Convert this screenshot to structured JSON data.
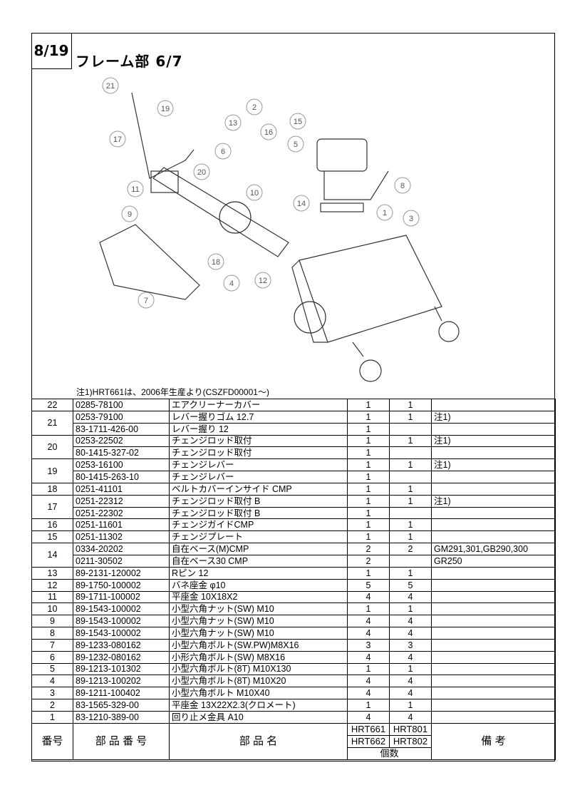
{
  "page_number": "8/19",
  "title": "フレーム部 6/7",
  "note": "注1)HRT661は、2006年生産より(CSZFD00001～)",
  "diagram": {
    "callouts": [
      "21",
      "19",
      "2",
      "13",
      "15",
      "16",
      "17",
      "5",
      "6",
      "20",
      "10",
      "11",
      "14",
      "8",
      "1",
      "3",
      "9",
      "18",
      "4",
      "12",
      "7"
    ]
  },
  "table": {
    "headers": {
      "num": "番号",
      "part_no": "部 品 番 号",
      "name": "部 品 名",
      "qty_a_line1": "HRT661",
      "qty_a_line2": "HRT662",
      "qty_b_line1": "HRT801",
      "qty_b_line2": "HRT802",
      "qty": "個数",
      "remarks": "備 考"
    },
    "rows": [
      {
        "num": "22",
        "items": [
          {
            "part_no": "0285-78100",
            "name": "エアクリーナーカバー",
            "qa": "1",
            "qb": "1",
            "remarks": ""
          }
        ]
      },
      {
        "num": "21",
        "items": [
          {
            "part_no": "0253-79100",
            "name": "レバー握りゴム 12.7",
            "qa": "1",
            "qb": "1",
            "remarks": "注1)"
          },
          {
            "part_no": "83-1711-426-00",
            "name": "レバー握り 12",
            "qa": "1",
            "qb": "",
            "remarks": ""
          }
        ]
      },
      {
        "num": "20",
        "items": [
          {
            "part_no": "0253-22502",
            "name": "チェンジロッド取付",
            "qa": "1",
            "qb": "1",
            "remarks": "注1)"
          },
          {
            "part_no": "80-1415-327-02",
            "name": "チェンジロッド取付",
            "qa": "1",
            "qb": "",
            "remarks": ""
          }
        ]
      },
      {
        "num": "19",
        "items": [
          {
            "part_no": "0253-16100",
            "name": "チェンジレバー",
            "qa": "1",
            "qb": "1",
            "remarks": "注1)"
          },
          {
            "part_no": "80-1415-263-10",
            "name": "チェンジレバー",
            "qa": "1",
            "qb": "",
            "remarks": ""
          }
        ]
      },
      {
        "num": "18",
        "items": [
          {
            "part_no": "0251-41101",
            "name": "ベルトカバーインサイド CMP",
            "qa": "1",
            "qb": "1",
            "remarks": ""
          }
        ]
      },
      {
        "num": "17",
        "items": [
          {
            "part_no": "0251-22312",
            "name": "チェンジロッド取付 B",
            "qa": "1",
            "qb": "1",
            "remarks": "注1)"
          },
          {
            "part_no": "0251-22302",
            "name": "チェンジロッド取付 B",
            "qa": "1",
            "qb": "",
            "remarks": ""
          }
        ]
      },
      {
        "num": "16",
        "items": [
          {
            "part_no": "0251-11601",
            "name": "チェンジガイドCMP",
            "qa": "1",
            "qb": "1",
            "remarks": ""
          }
        ]
      },
      {
        "num": "15",
        "items": [
          {
            "part_no": "0251-11302",
            "name": "チェンジプレート",
            "qa": "1",
            "qb": "1",
            "remarks": ""
          }
        ]
      },
      {
        "num": "14",
        "items": [
          {
            "part_no": "0334-20202",
            "name": "自在ベース(M)CMP",
            "qa": "2",
            "qb": "2",
            "remarks": "GM291,301,GB290,300"
          },
          {
            "part_no": "0211-30502",
            "name": "自在ベース30 CMP",
            "qa": "2",
            "qb": "",
            "remarks": "GR250"
          }
        ]
      },
      {
        "num": "13",
        "items": [
          {
            "part_no": "89-2131-120002",
            "name": "Rピン 12",
            "qa": "1",
            "qb": "1",
            "remarks": ""
          }
        ]
      },
      {
        "num": "12",
        "items": [
          {
            "part_no": "89-1750-100002",
            "name": "バネ座金 φ10",
            "qa": "5",
            "qb": "5",
            "remarks": ""
          }
        ]
      },
      {
        "num": "11",
        "items": [
          {
            "part_no": "89-1711-100002",
            "name": "平座金 10X18X2",
            "qa": "4",
            "qb": "4",
            "remarks": ""
          }
        ]
      },
      {
        "num": "10",
        "items": [
          {
            "part_no": "89-1543-100002",
            "name": "小型六角ナット(SW) M10",
            "qa": "1",
            "qb": "1",
            "remarks": ""
          }
        ]
      },
      {
        "num": "9",
        "items": [
          {
            "part_no": "89-1543-100002",
            "name": "小型六角ナット(SW) M10",
            "qa": "4",
            "qb": "4",
            "remarks": ""
          }
        ]
      },
      {
        "num": "8",
        "items": [
          {
            "part_no": "89-1543-100002",
            "name": "小型六角ナット(SW) M10",
            "qa": "4",
            "qb": "4",
            "remarks": ""
          }
        ]
      },
      {
        "num": "7",
        "items": [
          {
            "part_no": "89-1233-080162",
            "name": "小型六角ボルト(SW.PW)M8X16",
            "qa": "3",
            "qb": "3",
            "remarks": ""
          }
        ]
      },
      {
        "num": "6",
        "items": [
          {
            "part_no": "89-1232-080162",
            "name": "小形六角ボルト(SW) M8X16",
            "qa": "4",
            "qb": "4",
            "remarks": ""
          }
        ]
      },
      {
        "num": "5",
        "items": [
          {
            "part_no": "89-1213-101302",
            "name": "小型六角ボルト(8T) M10X130",
            "qa": "1",
            "qb": "1",
            "remarks": ""
          }
        ]
      },
      {
        "num": "4",
        "items": [
          {
            "part_no": "89-1213-100202",
            "name": "小型六角ボルト(8T) M10X20",
            "qa": "4",
            "qb": "4",
            "remarks": ""
          }
        ]
      },
      {
        "num": "3",
        "items": [
          {
            "part_no": "89-1211-100402",
            "name": "小型六角ボルト M10X40",
            "qa": "4",
            "qb": "4",
            "remarks": ""
          }
        ]
      },
      {
        "num": "2",
        "items": [
          {
            "part_no": "83-1565-329-00",
            "name": "平座金 13X22X2.3(クロメート)",
            "qa": "1",
            "qb": "1",
            "remarks": ""
          }
        ]
      },
      {
        "num": "1",
        "items": [
          {
            "part_no": "83-1210-389-00",
            "name": "回り止メ金具 A10",
            "qa": "4",
            "qb": "4",
            "remarks": ""
          }
        ]
      }
    ]
  }
}
